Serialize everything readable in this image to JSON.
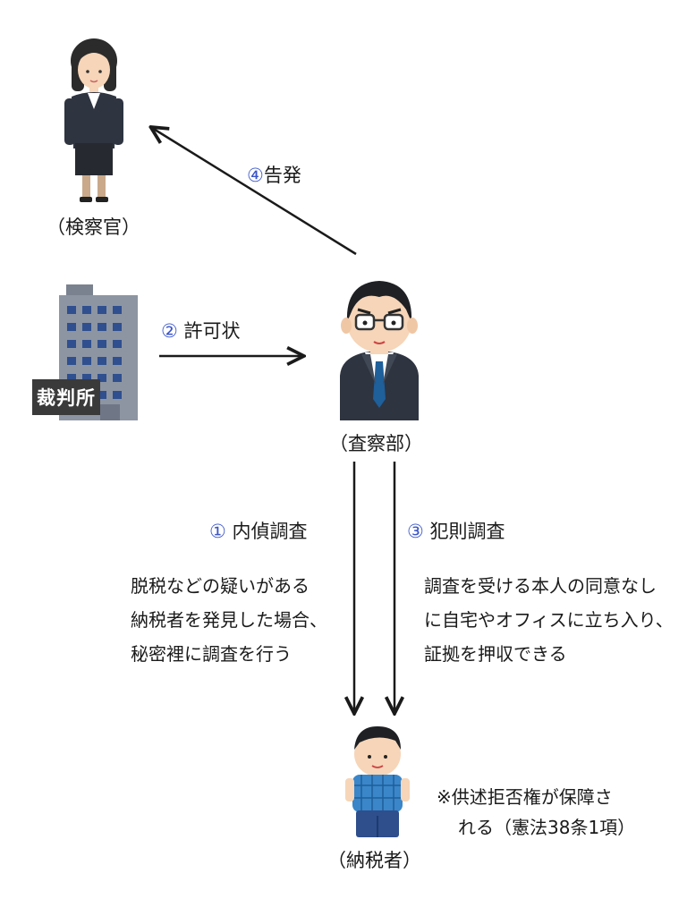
{
  "nodes": {
    "prosecutor": "（検察官）",
    "court_sign": "裁判所",
    "investigation_dept": "（査察部）",
    "taxpayer": "（納税者）"
  },
  "steps": {
    "s1_num": "①",
    "s1_label": "内偵調査",
    "s2_num": "②",
    "s2_label": "許可状",
    "s3_num": "③",
    "s3_label": "犯則調査",
    "s4_num": "④",
    "s4_label": "告発"
  },
  "descriptions": {
    "internal": [
      "脱税などの疑いがある",
      "納税者を発見した場合、",
      "秘密裡に調査を行う"
    ],
    "criminal": [
      "調査を受ける本人の同意なし",
      "に自宅やオフィスに立ち入り、",
      "証拠を押収できる"
    ]
  },
  "note": [
    "※供述拒否権が保障さ",
    "れる（憲法38条1項）"
  ],
  "colors": {
    "step_number": "#3a55c8",
    "arrow": "#1a1a1a",
    "suit": "#2e3440",
    "building": "#8d95a3"
  }
}
